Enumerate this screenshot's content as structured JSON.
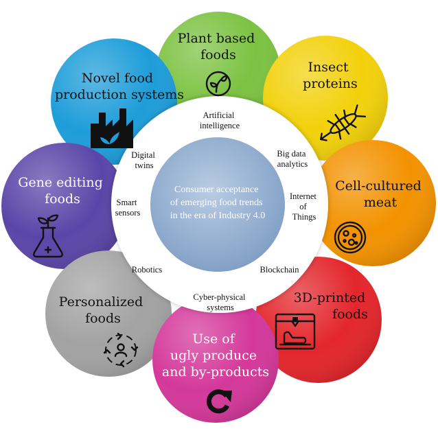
{
  "center": {
    "lines": [
      "Consumer acceptance",
      "of emerging food trends",
      "in the era of Industry 4.0"
    ]
  },
  "ring": [
    {
      "id": "ai",
      "lines": [
        "Artificial",
        "intelligence"
      ]
    },
    {
      "id": "big-data",
      "lines": [
        "Big data",
        "analytics"
      ]
    },
    {
      "id": "iot",
      "lines": [
        "Internet",
        "of",
        "Things"
      ]
    },
    {
      "id": "blockchain",
      "lines": [
        "Blockchain"
      ]
    },
    {
      "id": "cps",
      "lines": [
        "Cyber-physical",
        "systems"
      ]
    },
    {
      "id": "robotics",
      "lines": [
        "Robotics"
      ]
    },
    {
      "id": "smart-sensors",
      "lines": [
        "Smart",
        "sensors"
      ]
    },
    {
      "id": "digital-twins",
      "lines": [
        "Digital",
        "twins"
      ]
    }
  ],
  "petals": [
    {
      "id": "plant-based",
      "lines": [
        "Plant based",
        "foods"
      ],
      "color": "#7CC242",
      "icon": "sprout-icon"
    },
    {
      "id": "insect",
      "lines": [
        "Insect",
        "proteins"
      ],
      "color": "#F2D10B",
      "icon": "insect-icon"
    },
    {
      "id": "cell-cultured",
      "lines": [
        "Cell-cultured",
        "meat"
      ],
      "color": "#F39200",
      "icon": "petri-dish-icon"
    },
    {
      "id": "3d-printed",
      "lines": [
        "3D-printed",
        "foods"
      ],
      "color": "#E3262C",
      "icon": "3d-printer-icon"
    },
    {
      "id": "ugly-produce",
      "lines": [
        "Use of",
        "ugly produce",
        "and by-products"
      ],
      "color": "#D4389A",
      "icon": "recycle-arrow-icon"
    },
    {
      "id": "personalized",
      "lines": [
        "Personalized",
        "foods"
      ],
      "color": "#A3A3A3",
      "icon": "person-cycle-icon"
    },
    {
      "id": "gene-editing",
      "lines": [
        "Gene editing",
        "foods"
      ],
      "color": "#5A46A8",
      "icon": "flask-plant-icon"
    },
    {
      "id": "novel-production",
      "lines": [
        "Novel food",
        "production systems"
      ],
      "color": "#1E9DD9",
      "icon": "factory-plant-icon"
    }
  ],
  "colors": {
    "ring": "#ffffff",
    "center": "#9CB7D6"
  }
}
